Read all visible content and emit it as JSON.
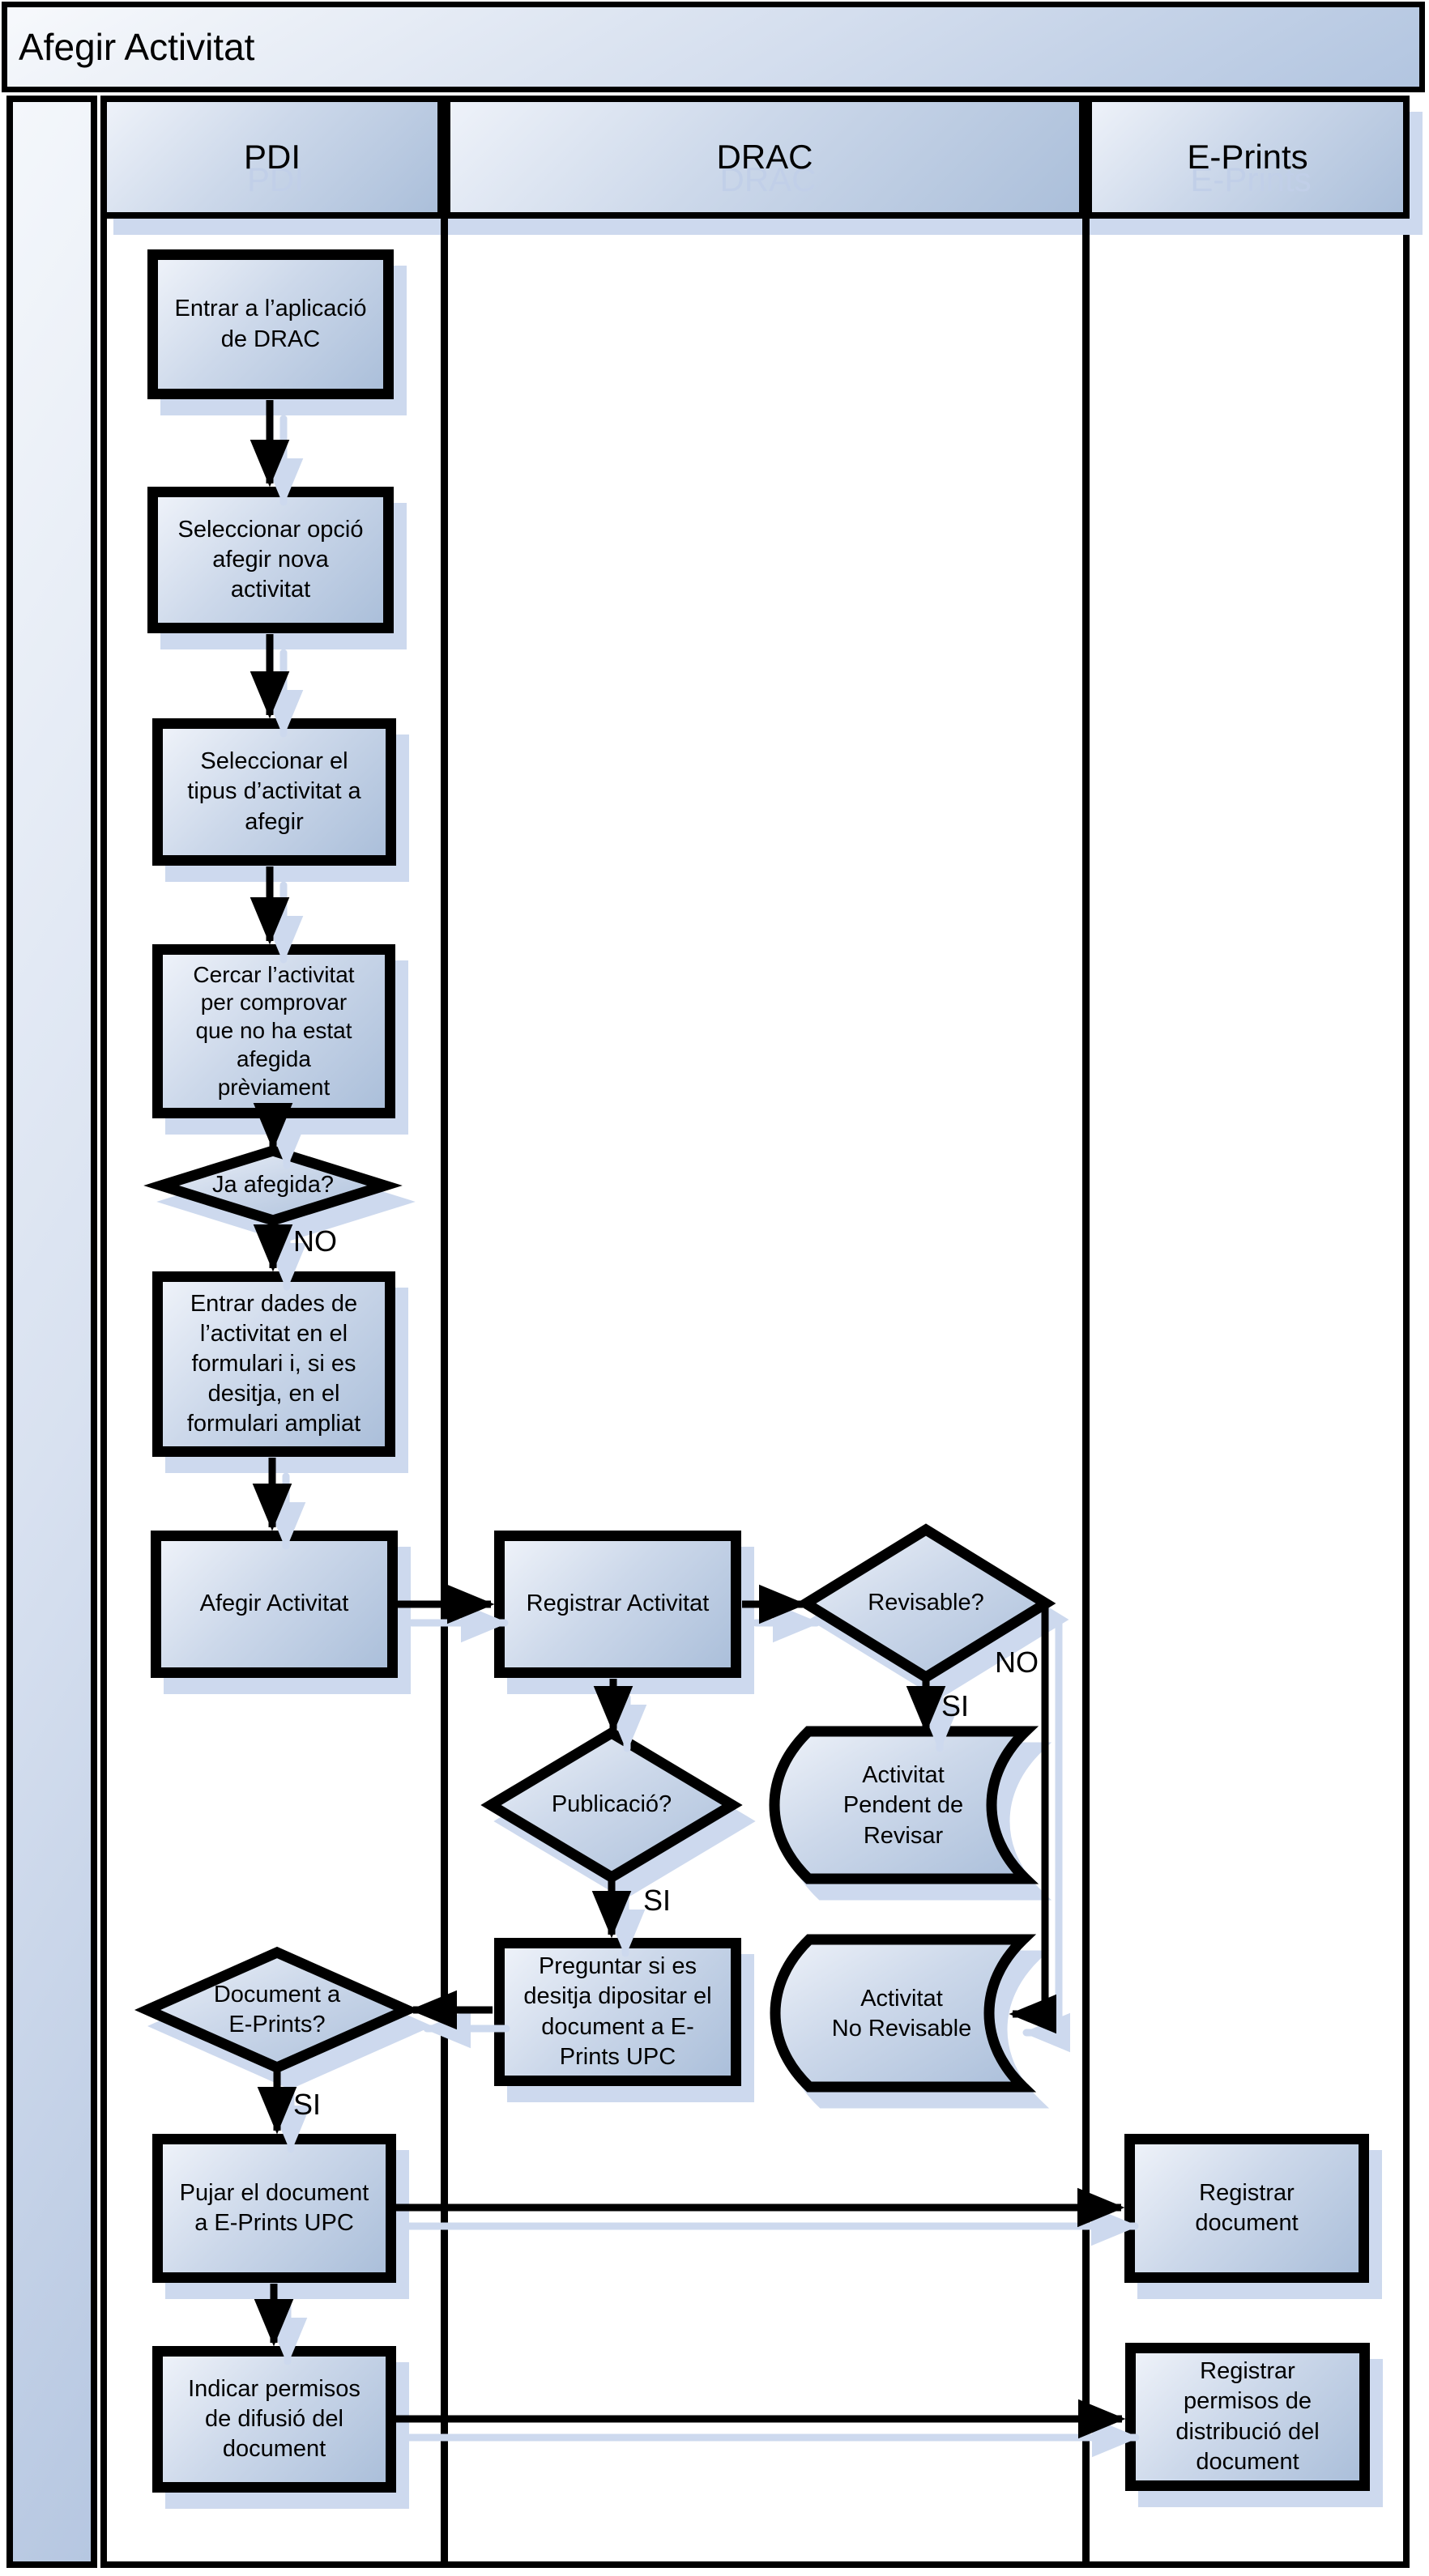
{
  "title": "Afegir Activitat",
  "lanes": [
    {
      "label": "PDI"
    },
    {
      "label": "DRAC"
    },
    {
      "label": "E-Prints"
    }
  ],
  "nodes": {
    "entrar_aplicacio": {
      "lane": "PDI",
      "type": "process",
      "label": "Entrar a l’aplicació\nde DRAC"
    },
    "seleccionar_opcio": {
      "lane": "PDI",
      "type": "process",
      "label": "Seleccionar opció\nafegir nova\nactivitat"
    },
    "seleccionar_tipus": {
      "lane": "PDI",
      "type": "process",
      "label": "Seleccionar el\ntipus d’activitat a\nafegir"
    },
    "cercar_activitat": {
      "lane": "PDI",
      "type": "process",
      "label": "Cercar l’activitat\nper comprovar\nque no ha estat\nafegida\nprèviament"
    },
    "ja_afegida": {
      "lane": "PDI",
      "type": "decision",
      "label": "Ja afegida?"
    },
    "entrar_dades": {
      "lane": "PDI",
      "type": "process",
      "label": "Entrar dades de\nl’activitat en el\nformulari i, si es\ndesitja, en el\nformulari ampliat"
    },
    "afegir_activitat": {
      "lane": "PDI",
      "type": "process",
      "label": "Afegir Activitat"
    },
    "registrar_activitat": {
      "lane": "DRAC",
      "type": "process",
      "label": "Registrar Activitat"
    },
    "revisable": {
      "lane": "DRAC",
      "type": "decision",
      "label": "Revisable?"
    },
    "activitat_pendent": {
      "lane": "DRAC",
      "type": "stored",
      "label": "Activitat\nPendent de\nRevisar"
    },
    "publicacio": {
      "lane": "DRAC",
      "type": "decision",
      "label": "Publicació?"
    },
    "activitat_no_rev": {
      "lane": "DRAC",
      "type": "stored",
      "label": "Activitat\nNo Revisable"
    },
    "preguntar": {
      "lane": "DRAC",
      "type": "process",
      "label": "Preguntar si es\ndesitja dipositar el\ndocument a E-\nPrints UPC"
    },
    "document_eprints": {
      "lane": "PDI",
      "type": "decision",
      "label": "Document a\nE-Prints?"
    },
    "pujar_document": {
      "lane": "PDI",
      "type": "process",
      "label": "Pujar el document\na E-Prints UPC"
    },
    "indicar_permisos": {
      "lane": "PDI",
      "type": "process",
      "label": "Indicar permisos\nde difusió del\ndocument"
    },
    "registrar_document": {
      "lane": "E-Prints",
      "type": "process",
      "label": "Registrar\ndocument"
    },
    "registrar_permisos": {
      "lane": "E-Prints",
      "type": "process",
      "label": "Registrar\npermisos de\ndistribució del\ndocument"
    }
  },
  "edge_labels": {
    "no_ja_afegida": "NO",
    "si_revisable": "SI",
    "no_revisable": "NO",
    "si_publicacio": "SI",
    "si_document": "SI"
  },
  "colors": {
    "border": "#000000",
    "shadow": "#cdd9ee",
    "fill_light": "#eef2f9",
    "fill_dark": "#abbfda",
    "background": "#ffffff"
  }
}
